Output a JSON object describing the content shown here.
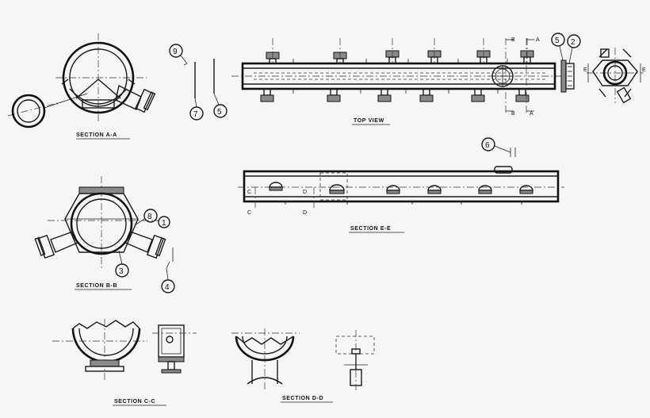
{
  "drawing": {
    "views": {
      "section_aa": "SECTION A-A",
      "top_view": "TOP VIEW",
      "section_bb": "SECTION B-B",
      "section_ee": "SECTION E-E",
      "section_cc": "SECTION C-C",
      "section_dd": "SECTION D-D"
    },
    "balloons": {
      "b9": "9",
      "b7": "7",
      "b5a": "5",
      "b5b": "5",
      "b2": "2",
      "b6": "6",
      "b8": "8",
      "b1": "1",
      "b3": "3",
      "b4": "4"
    },
    "cut_marks": {
      "b_top": "B",
      "a_top": "A",
      "b_bottom": "B",
      "a_bottom": "A",
      "e_left": "E",
      "e_right": "E",
      "c_top": "C",
      "c_bottom": "C",
      "d_top": "D",
      "d_bottom": "D"
    }
  }
}
